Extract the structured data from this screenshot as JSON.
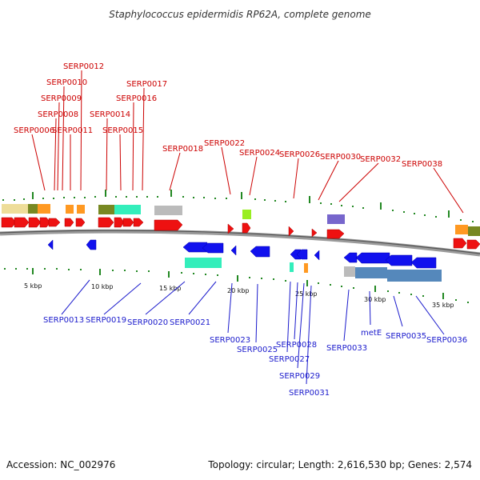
{
  "title": "Staphylococcus epidermidis RP62A, complete genome",
  "footer": {
    "accession": "Accession: NC_002976",
    "topology": "Topology: circular; Length: 2,616,530 bp; Genes: 2,574"
  },
  "colors": {
    "forward_gene": "#ee1111",
    "reverse_gene": "#1111ee",
    "backbone": "#888888",
    "tick": "#228822",
    "top_label": "#cc0000",
    "bottom_label": "#1a1acc"
  },
  "scale_labels": [
    "5 kbp",
    "10 kbp",
    "15 kbp",
    "20 kbp",
    "25 kbp",
    "30 kbp",
    "35 kbp"
  ],
  "top_labels": [
    "SERP0006",
    "SERP0008",
    "SERP0009",
    "SERP0010",
    "SERP0011",
    "SERP0012",
    "SERP0014",
    "SERP0015",
    "SERP0016",
    "SERP0017",
    "SERP0018",
    "SERP0022",
    "SERP0024",
    "SERP0026",
    "SERP0030",
    "SERP0032",
    "SERP0038"
  ],
  "bottom_labels": [
    "SERP0013",
    "SERP0019",
    "SERP0020",
    "SERP0021",
    "SERP0023",
    "SERP0025",
    "SERP0027",
    "SERP0028",
    "SERP0029",
    "SERP0031",
    "SERP0033",
    "metE",
    "SERP0035",
    "SERP0036"
  ]
}
